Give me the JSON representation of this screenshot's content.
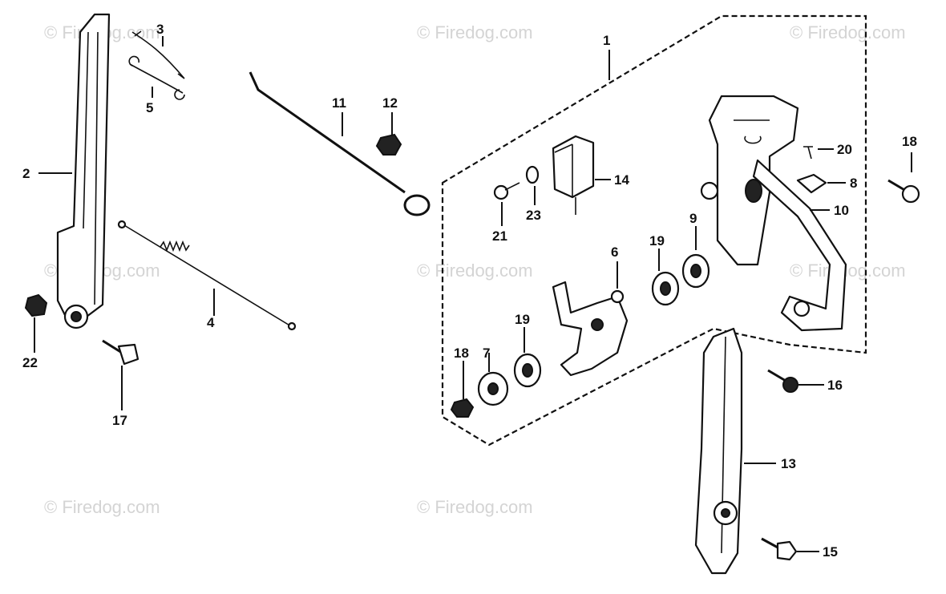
{
  "watermarks": [
    "© Firedog.com",
    "© Firedog.com",
    "© Firedog.com",
    "© Firedog.com",
    "© Firedog.com",
    "© Firedog.com",
    "© Firedog.com",
    "© Firedog.com"
  ],
  "callouts": {
    "c1": "1",
    "c2": "2",
    "c3": "3",
    "c4": "4",
    "c5": "5",
    "c6": "6",
    "c7": "7",
    "c8": "8",
    "c9": "9",
    "c10": "10",
    "c11": "11",
    "c12": "12",
    "c13": "13",
    "c14": "14",
    "c15": "15",
    "c16": "16",
    "c17": "17",
    "c18a": "18",
    "c18b": "18",
    "c19a": "19",
    "c19b": "19",
    "c20": "20",
    "c21": "21",
    "c22": "22",
    "c23": "23"
  }
}
